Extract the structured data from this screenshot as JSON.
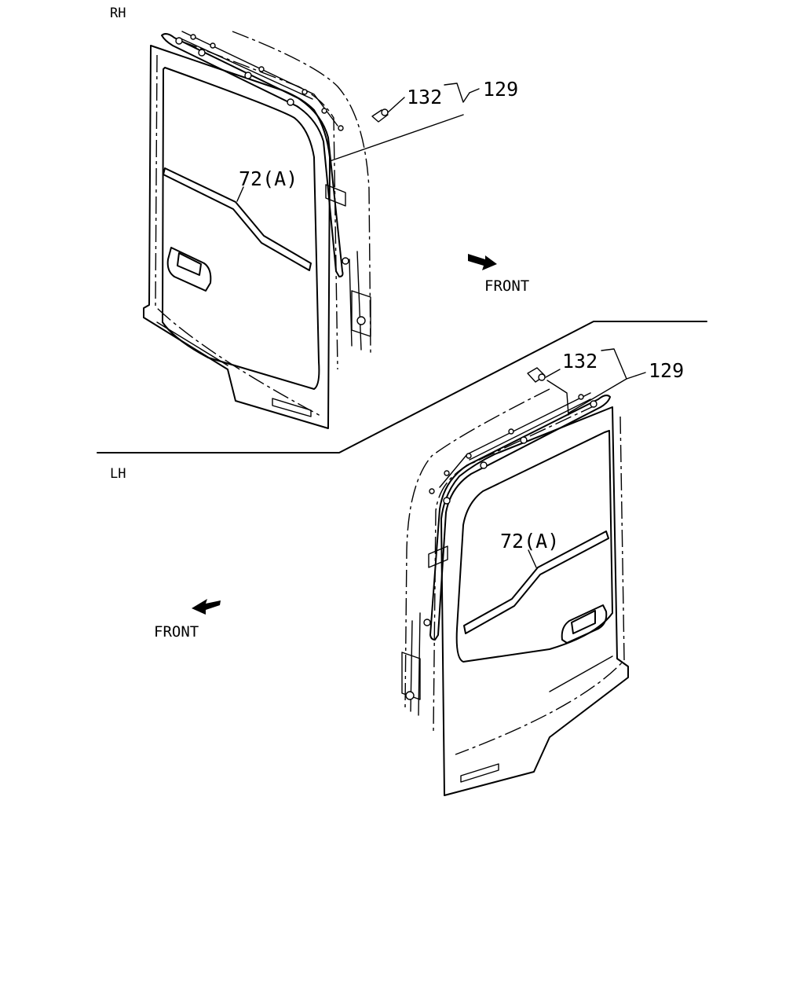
{
  "diagram": {
    "rh": {
      "side_label": "RH",
      "callouts": {
        "clip": "132",
        "weatherstrip": "129",
        "molding": "72(A)"
      },
      "direction": "FRONT"
    },
    "lh": {
      "side_label": "LH",
      "callouts": {
        "clip": "132",
        "weatherstrip": "129",
        "molding": "72(A)"
      },
      "direction": "FRONT"
    }
  }
}
